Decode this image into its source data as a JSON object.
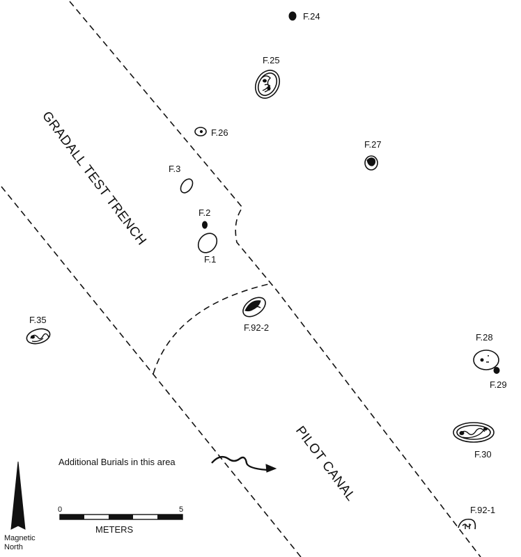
{
  "map": {
    "areas": {
      "gradall": "GRADALL TEST TRENCH",
      "pilot": "PILOT CANAL"
    },
    "features": {
      "f24": "F.24",
      "f25": "F.25",
      "f26": "F.26",
      "f27": "F.27",
      "f3": "F.3",
      "f2": "F.2",
      "f1": "F.1",
      "f92_2": "F.92-2",
      "f35": "F.35",
      "f28": "F.28",
      "f29": "F.29",
      "f30": "F.30",
      "f92_1": "F.92-1"
    },
    "annotation": "Additional Burials in this area",
    "scale": {
      "min_label": "0",
      "max_label": "5",
      "unit": "METERS"
    },
    "north_arrow": {
      "line1": "Magnetic",
      "line2": "North"
    },
    "colors": {
      "ink": "#111111",
      "paper": "#ffffff"
    }
  }
}
